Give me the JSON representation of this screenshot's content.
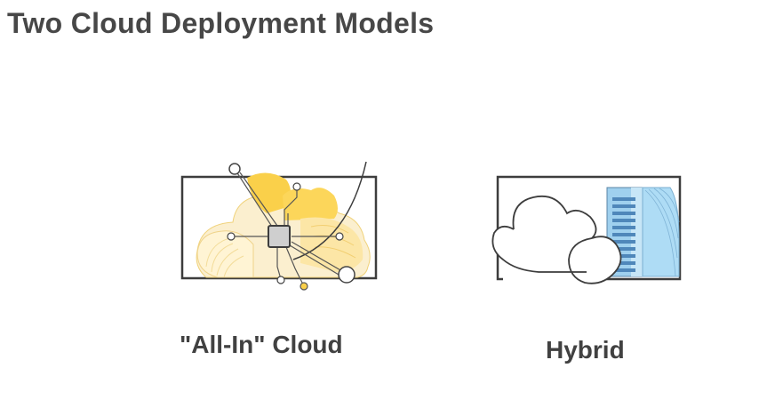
{
  "slide": {
    "title": "Two Cloud Deployment Models"
  },
  "models": [
    {
      "label": "\"All-In\" Cloud",
      "icon": "all-in-cloud-icon",
      "colors": {
        "frame": "#3d3d3d",
        "cloud_pale": "#fbefcf",
        "cloud_mid": "#fce6a6",
        "cloud_gold": "#fad04a",
        "chip": "#cfcfcf"
      }
    },
    {
      "label": "Hybrid",
      "icon": "hybrid-cloud-icon",
      "colors": {
        "frame": "#3d3d3d",
        "server_blue": "#9fd0ee",
        "server_slots": "#4f87ba"
      }
    }
  ]
}
